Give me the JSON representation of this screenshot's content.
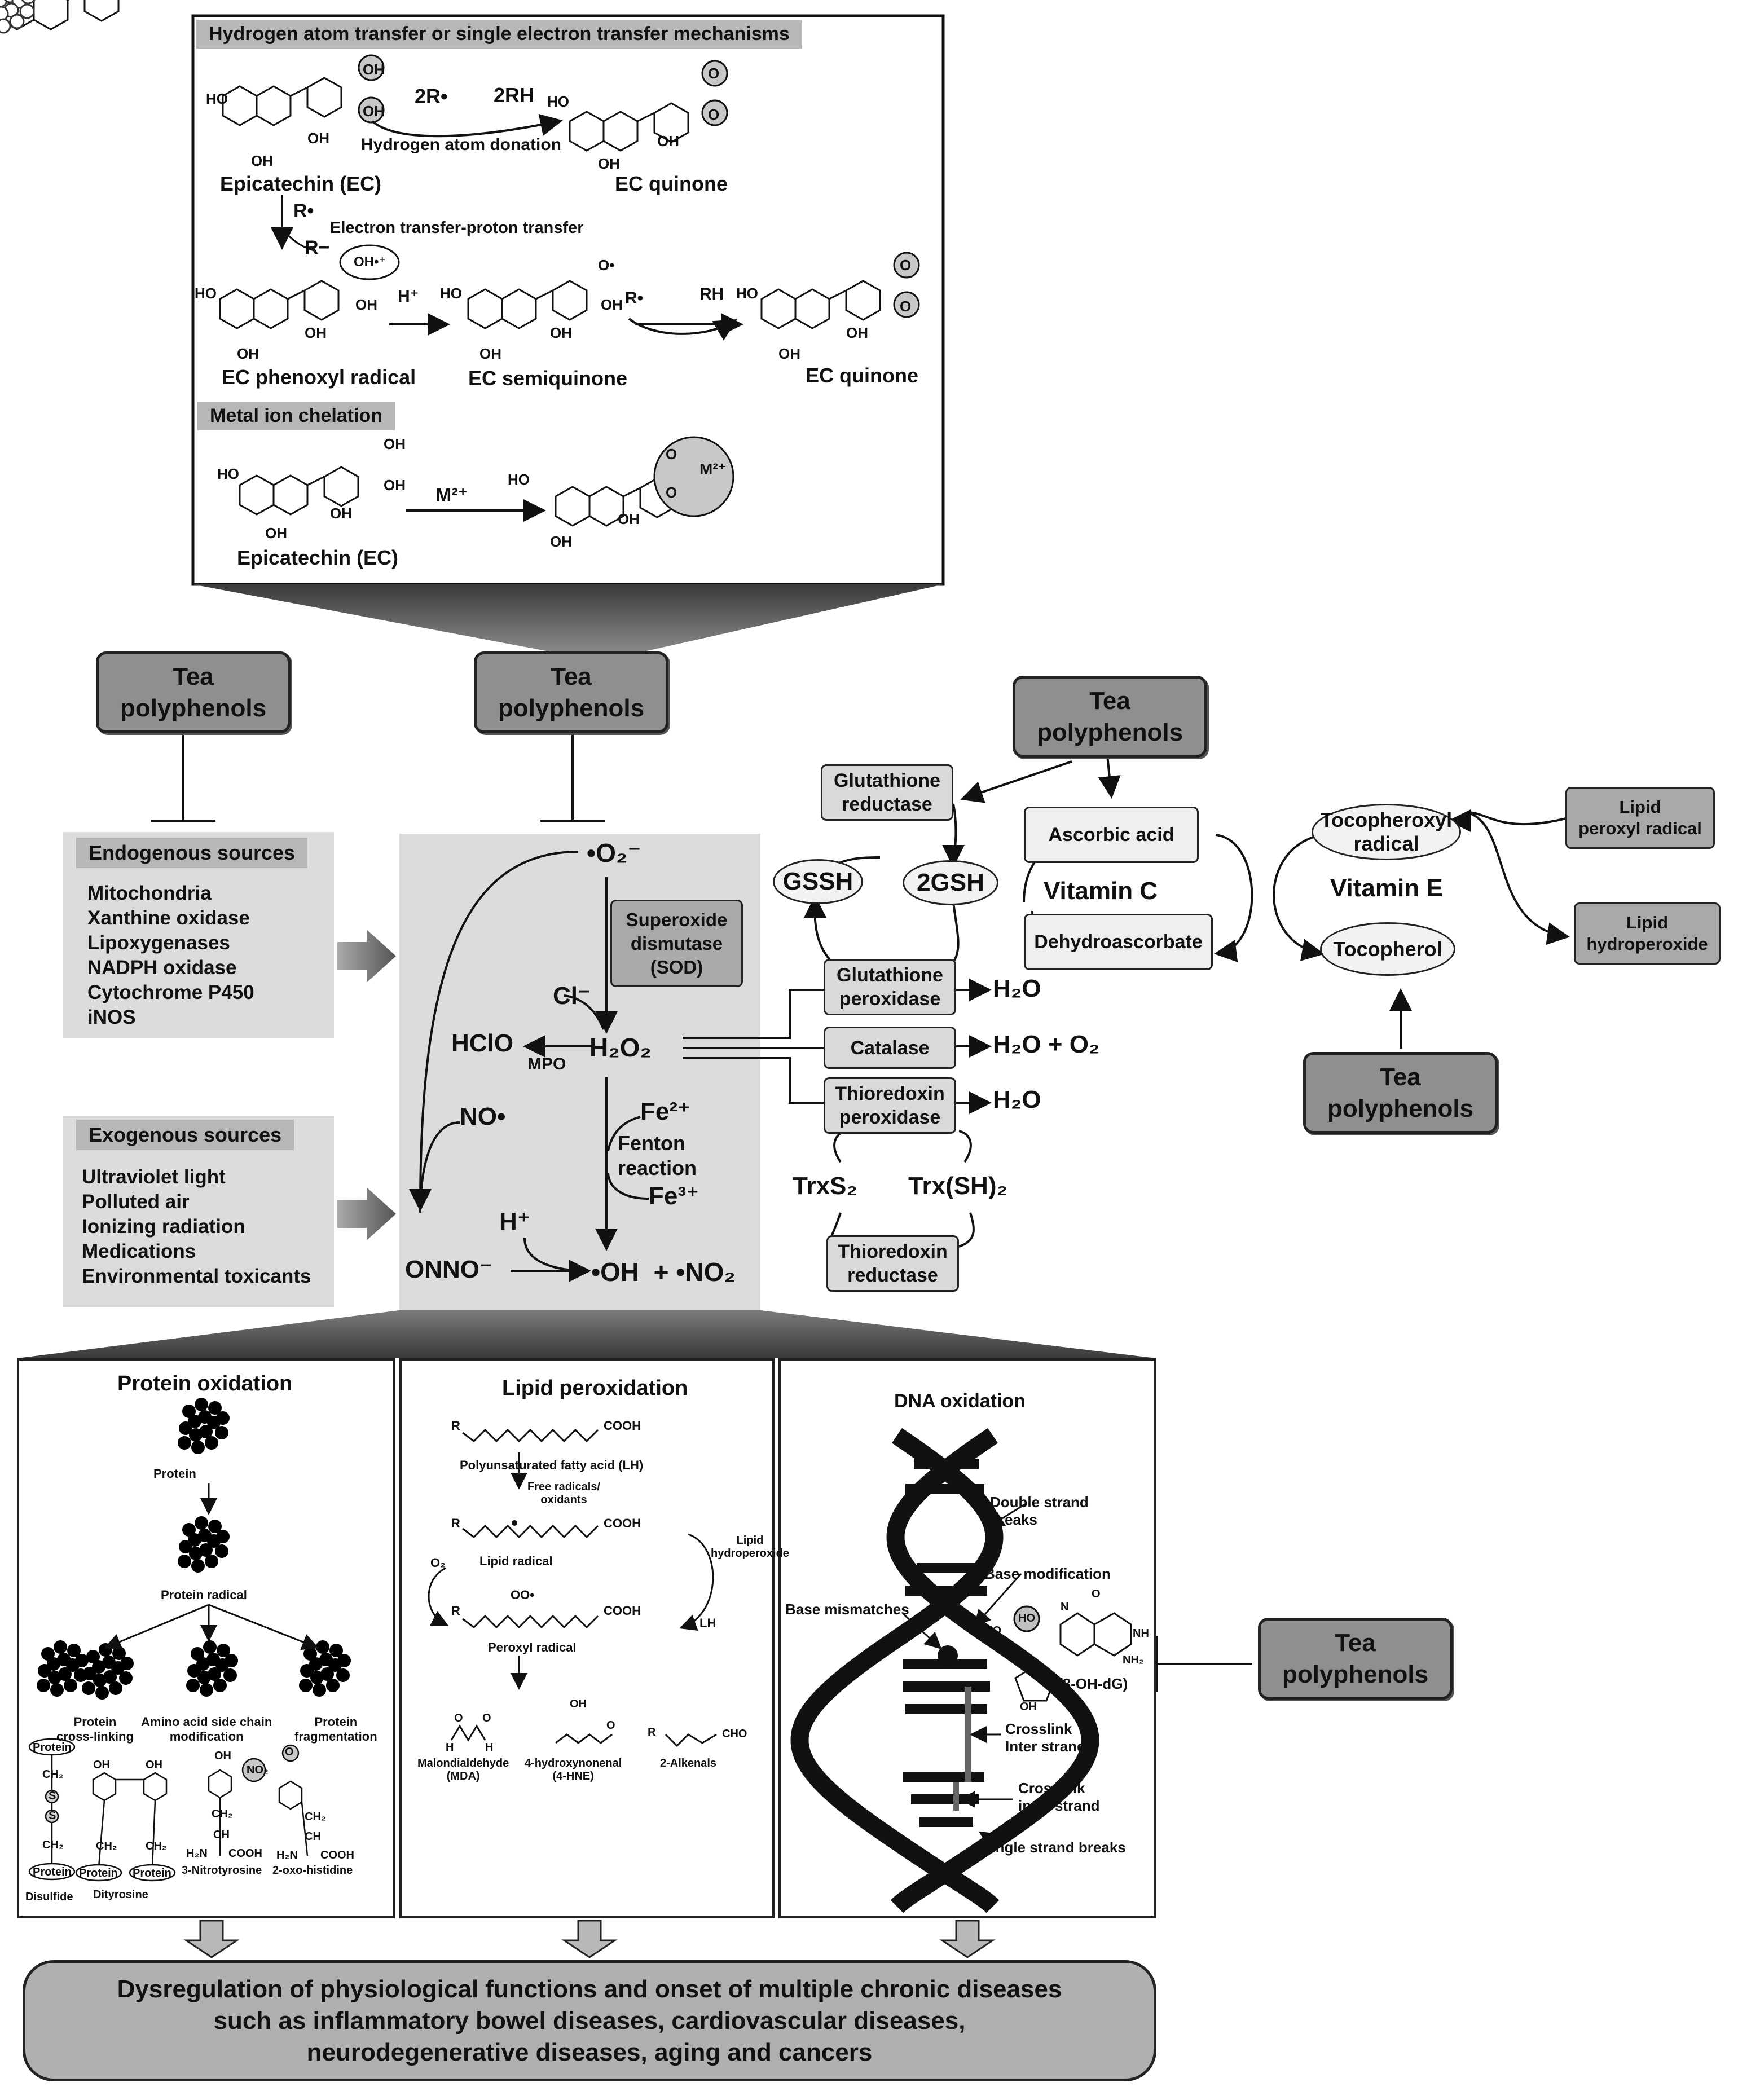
{
  "top_panel": {
    "mech_title": "Hydrogen atom transfer or single electron transfer mechanisms",
    "chelation_title": "Metal ion chelation",
    "epicatechin": "Epicatechin (EC)",
    "ec_quinone": "EC quinone",
    "ec_phenoxyl": "EC phenoxyl radical",
    "ec_semiquinone": "EC semiquinone",
    "two_r": "2R•",
    "two_rh": "2RH",
    "h_donation": "Hydrogen atom donation",
    "r_dot": "R•",
    "r_minus": "R−",
    "et_pt": "Electron transfer-proton transfer",
    "h_plus": "H⁺",
    "rh": "RH",
    "m2": "M²⁺",
    "oh": "OH",
    "ho": "HO",
    "o": "O",
    "o_dot": "O•",
    "oh_radical_cation": "OH•⁺"
  },
  "tea": "Tea\npolyphenols",
  "endogenous": {
    "title": "Endogenous sources",
    "items": "Mitochondria\nXanthine oxidase\nLipoxygenases\nNADPH oxidase\nCytochrome P450\niNOS"
  },
  "exogenous": {
    "title": "Exogenous sources",
    "items": "Ultraviolet light\nPolluted air\nIonizing radiation\nMedications\nEnvironmental toxicants"
  },
  "ros": {
    "superoxide": "•O₂⁻",
    "sod": "Superoxide\ndismutase\n(SOD)",
    "cl": "Cl⁻",
    "hclo": "HClO",
    "mpo": "MPO",
    "h2o2": "H₂O₂",
    "no": "NO•",
    "fe2": "Fe²⁺",
    "fenton": "Fenton\nreaction",
    "fe3": "Fe³⁺",
    "hplus": "H⁺",
    "onno": "ONNO⁻",
    "products": "•OH  + •NO₂"
  },
  "antioxidant": {
    "gr": "Glutathione\nreductase",
    "gssh": "GSSH",
    "twogsh": "2GSH",
    "gpx": "Glutathione\nperoxidase",
    "catalase": "Catalase",
    "tpx": "Thioredoxin\nperoxidase",
    "h2o_a": "H₂O",
    "h2o_o2": "H₂O + O₂",
    "h2o_b": "H₂O",
    "trxs2": "TrxS₂",
    "trxsh2": "Trx(SH)₂",
    "trr": "Thioredoxin\nreductase",
    "ascorbic": "Ascorbic acid",
    "dehydro": "Dehydroascorbate",
    "vitc": "Vitamin C",
    "vite": "Vitamin E",
    "tocoxyl": "Tocopheroxyl\nradical",
    "tocopherol": "Tocopherol",
    "lipid_peroxyl": "Lipid\nperoxyl radical",
    "lipid_hydro": "Lipid\nhydroperoxide"
  },
  "protein": {
    "title": "Protein oxidation",
    "protein": "Protein",
    "radical": "Protein radical",
    "crosslink": "Protein\ncross-linking",
    "aa": "Amino acid side chain\nmodification",
    "frag": "Protein\nfragmentation",
    "disulfide": "Disulfide",
    "dityrosine": "Dityrosine",
    "nitro": "3-Nitrotyrosine",
    "oxohis": "2-oxo-histidine",
    "ch2": "CH₂",
    "s": "S",
    "ch": "CH",
    "h2n": "H₂N",
    "cooh": "COOH",
    "no2": "NO₂"
  },
  "lipid": {
    "title": "Lipid peroxidation",
    "pufa": "Polyunsaturated  fatty acid (LH)",
    "free_rad": "Free radicals/\noxidants",
    "lipid_radical": "Lipid radical",
    "peroxyl": "Peroxyl radical",
    "hydroperoxide": "Lipid\nhydroperoxide",
    "lh": "LH",
    "o2": "O₂",
    "r": "R",
    "cooh": "COOH",
    "oo": "OO•",
    "mda": "Malondialdehyde\n(MDA)",
    "hne": "4-hydroxynonenal\n(4-HNE)",
    "alkenals": "2-Alkenals",
    "cho": "CHO",
    "h": "H"
  },
  "dna": {
    "title": "DNA oxidation",
    "dsb": "Double strand\nbreaks",
    "base_mod": "Base modification",
    "mismatch": "Base mismatches",
    "ohdg": "(8-OH-dG)",
    "inter": "Crosslink\nInter strand",
    "intra": "Crosslink\nintra-strand",
    "ssb": "Single strand breaks",
    "nh2": "NH₂",
    "nh": "NH",
    "n": "N"
  },
  "bottom": "Dysregulation of physiological functions and onset of multiple chronic diseases\nsuch as inflammatory bowel diseases, cardiovascular diseases,\nneurodegenerative diseases, aging and cancers"
}
